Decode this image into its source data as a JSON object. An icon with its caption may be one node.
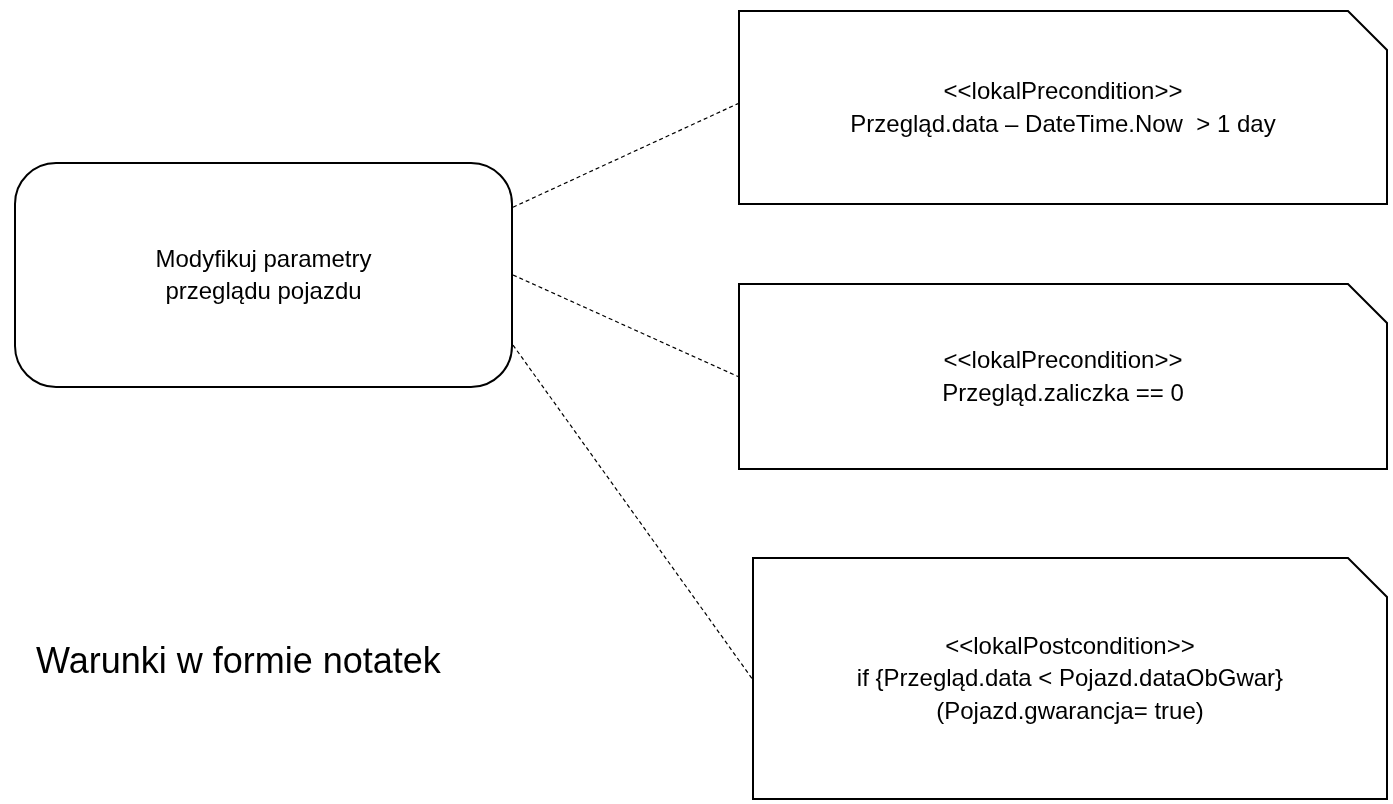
{
  "diagram": {
    "nodes": [
      {
        "text": [
          "Modyfikuj parametry przeglądu pojazdu"
        ]
      },
      {
        "text": [
          "<<lokalPrecondition>>",
          "Przegląd.data – DateTime.Now  > 1 day"
        ]
      },
      {
        "text": [
          "<<lokalPrecondition>>",
          "Przegląd.zaliczka == 0"
        ]
      },
      {
        "text": [
          "<<lokalPostcondition>>",
          "if {Przegląd.data < Pojazd.dataObGwar}",
          "(Pojazd.gwarancja= true)"
        ]
      }
    ],
    "edges": [
      {
        "from": 0,
        "to": 1,
        "arrow": "none",
        "style": "dashed"
      },
      {
        "from": 0,
        "to": 2,
        "arrow": "none",
        "style": "dashed"
      },
      {
        "from": 0,
        "to": 3,
        "arrow": "none",
        "style": "dashed"
      }
    ],
    "labels": [
      "Warunki w formie notatek"
    ]
  }
}
